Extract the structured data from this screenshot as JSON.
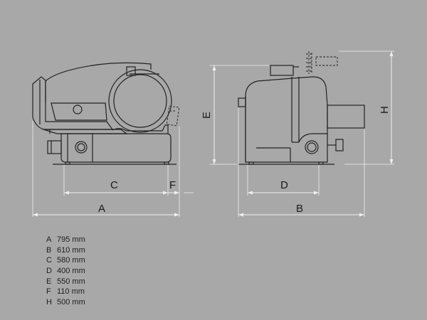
{
  "labels": {
    "A": "A",
    "B": "B",
    "C": "C",
    "D": "D",
    "E": "E",
    "F": "F",
    "H": "H"
  },
  "dimensions": [
    {
      "key": "A",
      "value": "795 mm"
    },
    {
      "key": "B",
      "value": "610 mm"
    },
    {
      "key": "C",
      "value": "580 mm"
    },
    {
      "key": "D",
      "value": "400 mm"
    },
    {
      "key": "E",
      "value": "550 mm"
    },
    {
      "key": "F",
      "value": "110 mm"
    },
    {
      "key": "H",
      "value": "500 mm"
    }
  ],
  "colors": {
    "background": "#a8a8a8",
    "line": "#222222",
    "dimension_line": "#eeeeee"
  }
}
